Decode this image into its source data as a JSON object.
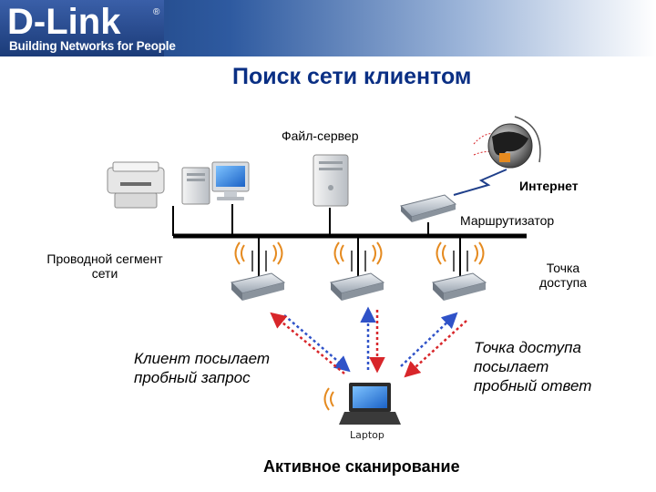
{
  "brand": {
    "logo": "D-Link",
    "registered": "®",
    "tagline": "Building Networks for People"
  },
  "title": "Поиск сети клиентом",
  "labels": {
    "file_server": "Файл-сервер",
    "internet": "Интернет",
    "router": "Маршрутизатор",
    "wired_segment_line1": "Проводной сегмент",
    "wired_segment_line2": "сети",
    "access_point_line1": "Точка",
    "access_point_line2": "доступа",
    "client_probe_line1": "Клиент посылает",
    "client_probe_line2": "пробный запрос",
    "ap_response_line1": "Точка доступа",
    "ap_response_line2": "посылает",
    "ap_response_line3": "пробный ответ",
    "laptop": "Laptop",
    "footer": "Активное сканирование"
  },
  "colors": {
    "banner": "#2a4f8f",
    "title": "#0a2f84",
    "probe_request": "#2f52c8",
    "probe_response": "#d8262a"
  }
}
